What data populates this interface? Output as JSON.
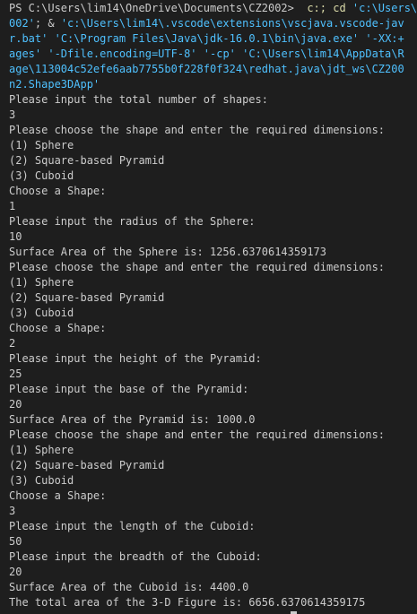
{
  "terminal": {
    "command_lines": [
      {
        "prompt": "PS C:\\Users\\lim14\\OneDrive\\Documents\\CZ2002> ",
        "cmd": " c:; cd ",
        "str": "'c:\\Users\\"
      },
      {
        "op": "",
        "str": "002'",
        "tail": "; & ",
        "str2": "'c:\\Users\\lim14\\.vscode\\extensions\\vscjava.vscode-jav"
      },
      {
        "op": "",
        "str": "r.bat'",
        "tail": " ",
        "str2": "'C:\\Program Files\\Java\\jdk-16.0.1\\bin\\java.exe'",
        "tail2": " ",
        "str3": "'-XX:+"
      },
      {
        "op": "",
        "str": "ages'",
        "tail": " ",
        "str2": "'-Dfile.encoding=UTF-8'",
        "tail2": " ",
        "str3": "'-cp' 'C:\\Users\\lim14\\AppData\\R"
      },
      {
        "op": "",
        "str": "age\\113004c52efe6aab7755b0f228f0f324\\redhat.java\\jdt_ws\\CZ200"
      },
      {
        "op": "",
        "str": "n2.Shape3DApp'"
      }
    ],
    "output_lines": [
      "Please input the total number of shapes:",
      "3",
      "Please choose the shape and enter the required dimensions:",
      "(1) Sphere",
      "(2) Square-based Pyramid",
      "(3) Cuboid",
      "Choose a Shape:",
      "1",
      "Please input the radius of the Sphere:",
      "10",
      "Surface Area of the Sphere is: 1256.6370614359173",
      "Please choose the shape and enter the required dimensions:",
      "(1) Sphere",
      "(2) Square-based Pyramid",
      "(3) Cuboid",
      "Choose a Shape:",
      "2",
      "Please input the height of the Pyramid:",
      "25",
      "Please input the base of the Pyramid:",
      "20",
      "Surface Area of the Pyramid is: 1000.0",
      "Please choose the shape and enter the required dimensions:",
      "(1) Sphere",
      "(2) Square-based Pyramid",
      "(3) Cuboid",
      "Choose a Shape:",
      "3",
      "Please input the length of the Cuboid:",
      "50",
      "Please input the breadth of the Cuboid:",
      "20",
      "Surface Area of the Cuboid is: 4400.0",
      "The total area of the 3-D Figure is: 6656.6370614359175"
    ],
    "colors": {
      "background": "#1e1e1e",
      "text": "#cccccc",
      "command": "#dcdcaa",
      "string": "#4fc1ff"
    }
  }
}
